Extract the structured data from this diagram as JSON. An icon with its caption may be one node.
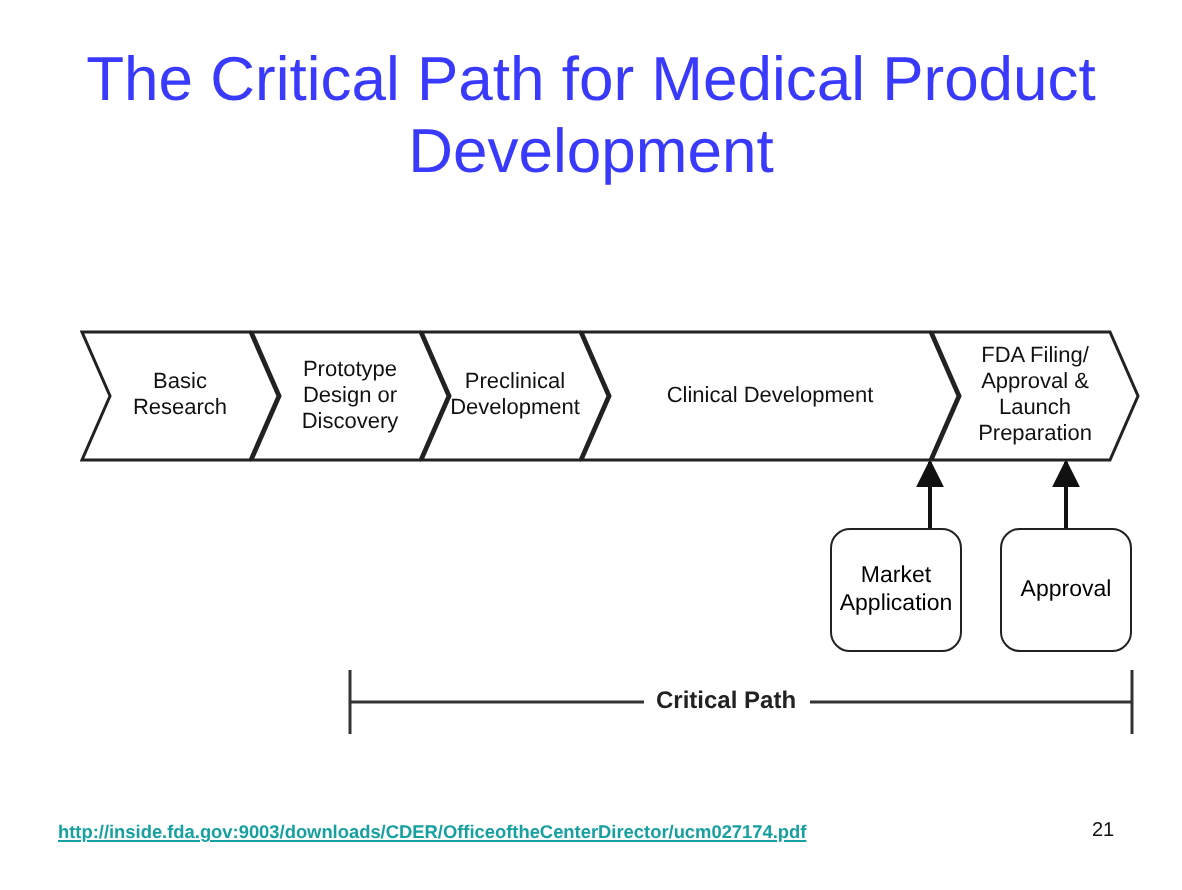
{
  "diagram": {
    "title": "The Critical Path for Medical Product Development",
    "nodes": [
      {
        "text": [
          "Basic Research"
        ]
      },
      {
        "text": [
          "Prototype Design or Discovery"
        ]
      },
      {
        "text": [
          "Preclinical Development"
        ]
      },
      {
        "text": [
          "Clinical Development"
        ]
      },
      {
        "text": [
          "FDA Filing/ Approval & Launch Preparation"
        ]
      },
      {
        "text": [
          "Market Application"
        ]
      },
      {
        "text": [
          "Approval"
        ]
      }
    ],
    "edges": [
      {
        "from": 5,
        "to": 4,
        "arrow": "to"
      },
      {
        "from": 6,
        "to": 4,
        "arrow": "to"
      }
    ],
    "labels": [
      "Critical Path",
      "http://inside.fda.gov:9003/downloads/CDER/OfficeoftheCenterDirector/ucm027174.pdf",
      "21"
    ]
  }
}
